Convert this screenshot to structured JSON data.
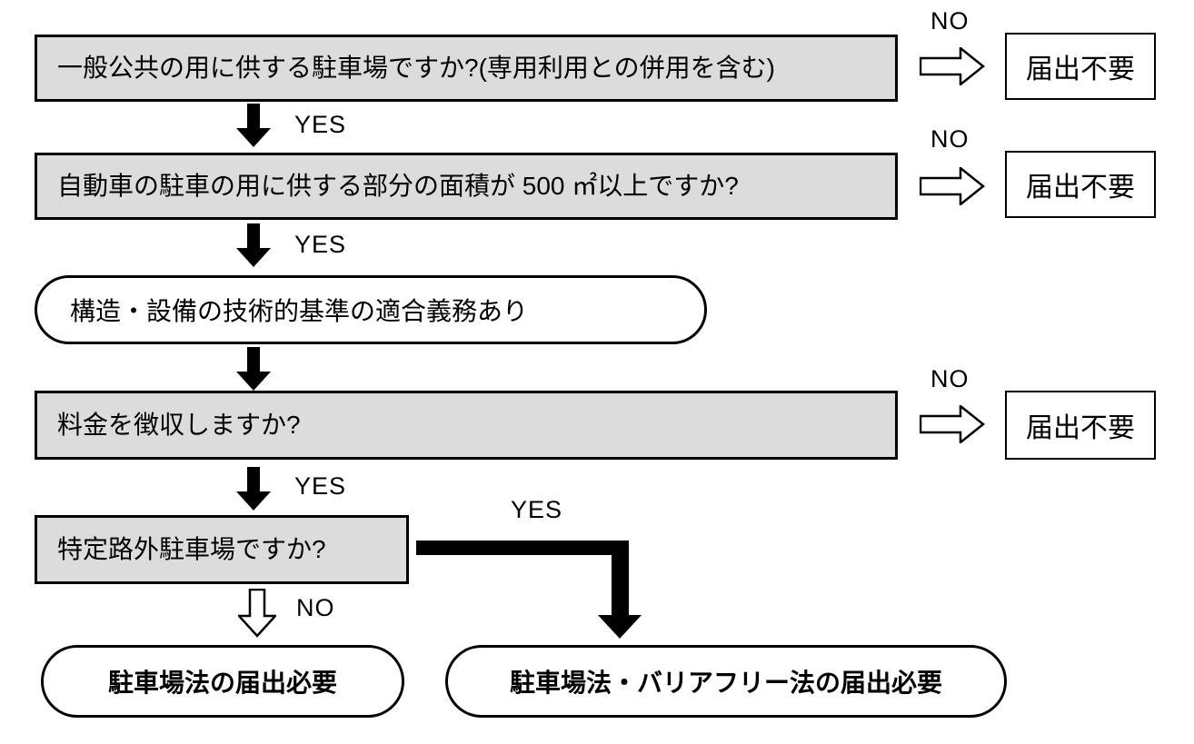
{
  "flowchart": {
    "labels": {
      "yes": "YES",
      "no": "NO"
    },
    "questions": [
      {
        "text": "一般公共の用に供する駐車場ですか?(専用利用との併用を含む)"
      },
      {
        "text": "自動車の駐車の用に供する部分の面積が 500 ㎡以上ですか?"
      },
      {
        "text": "料金を徴収しますか?"
      },
      {
        "text": "特定路外駐車場ですか?"
      }
    ],
    "statement": {
      "text": "構造・設備の技術的基準の適合義務あり"
    },
    "outcomes": {
      "not_required": "届出不要",
      "parking_act_required": "駐車場法の届出必要",
      "parking_act_barrier_free_required": "駐車場法・バリアフリー法の届出必要"
    },
    "colors": {
      "question_fill": "#dcdcdc",
      "line": "#000000",
      "background": "#ffffff"
    }
  }
}
